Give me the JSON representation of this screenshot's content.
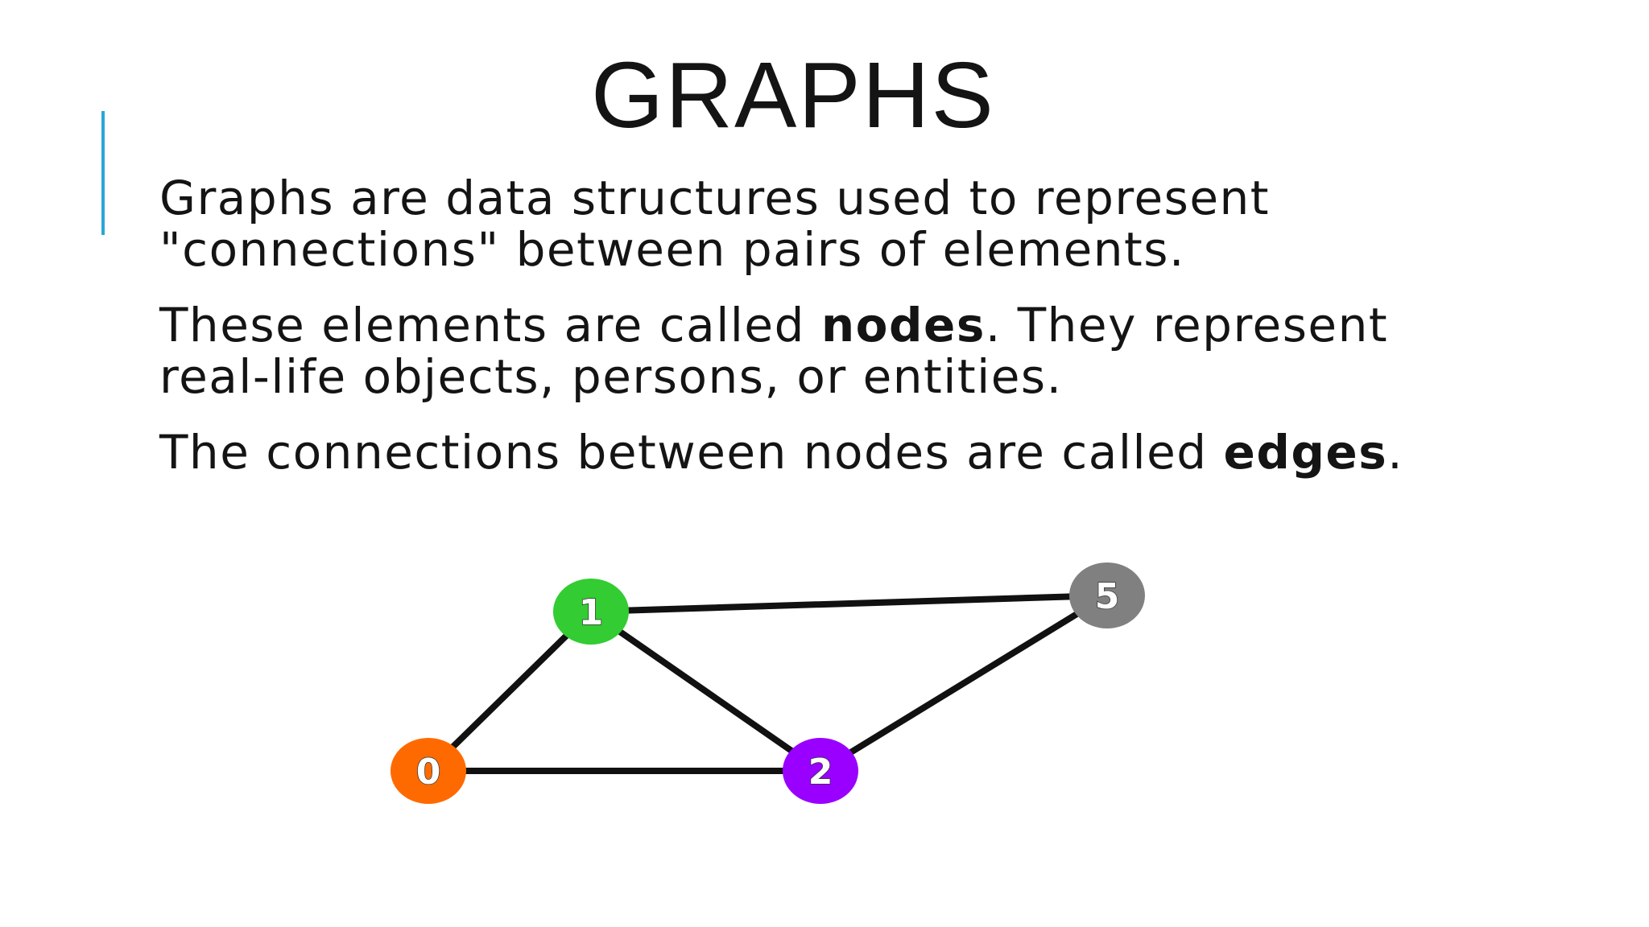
{
  "slide": {
    "title": "GRAPHS",
    "paragraph1": "Graphs are data structures used to represent \"connections\" between pairs of elements.",
    "paragraph2_before": "These elements are called ",
    "paragraph2_bold": "nodes",
    "paragraph2_after": ". They represent real-life objects, persons, or entities.",
    "paragraph3_before": "The connections between nodes are called ",
    "paragraph3_bold": "edges",
    "paragraph3_after": ".",
    "accent_color": "#2aa7d8"
  },
  "graph": {
    "nodes": [
      {
        "id": "0",
        "label": "0",
        "color": "#ff6a00"
      },
      {
        "id": "1",
        "label": "1",
        "color": "#33cc33"
      },
      {
        "id": "2",
        "label": "2",
        "color": "#9900ff"
      },
      {
        "id": "5",
        "label": "5",
        "color": "#808080"
      }
    ],
    "edges": [
      {
        "from": "0",
        "to": "1"
      },
      {
        "from": "0",
        "to": "2"
      },
      {
        "from": "1",
        "to": "2"
      },
      {
        "from": "1",
        "to": "5"
      },
      {
        "from": "2",
        "to": "5"
      }
    ],
    "edge_color": "#111111"
  }
}
